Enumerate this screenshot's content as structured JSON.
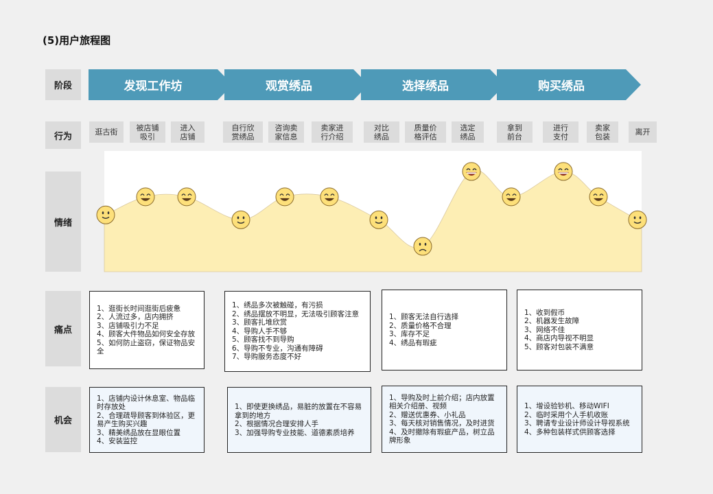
{
  "title": "(5)用户旅程图",
  "row_labels": {
    "stage": "阶段",
    "behavior": "行为",
    "emotion": "情绪",
    "pain": "痛点",
    "opportunity": "机会"
  },
  "stages": [
    "发现工作坊",
    "观赏绣品",
    "选择绣品",
    "购买绣品"
  ],
  "behaviors": [
    "逛古街",
    "被店铺\n吸引",
    "进入\n店铺",
    "自行欣\n赏绣品",
    "咨询卖\n家信息",
    "卖家进\n行介绍",
    "对比\n绣品",
    "质量价\n格评估",
    "选定\n绣品",
    "拿到\n前台",
    "进行\n支付",
    "卖家\n包装",
    "离开"
  ],
  "emotion": {
    "scale": [
      0,
      100
    ],
    "points": [
      {
        "mood": "neutral",
        "value": 47
      },
      {
        "mood": "happy",
        "value": 62
      },
      {
        "mood": "happy",
        "value": 62
      },
      {
        "mood": "neutral",
        "value": 43
      },
      {
        "mood": "happy",
        "value": 62
      },
      {
        "mood": "happy",
        "value": 62
      },
      {
        "mood": "neutral",
        "value": 43
      },
      {
        "mood": "sad",
        "value": 21
      },
      {
        "mood": "grin",
        "value": 83
      },
      {
        "mood": "happy",
        "value": 62
      },
      {
        "mood": "grin",
        "value": 83
      },
      {
        "mood": "happy",
        "value": 62
      },
      {
        "mood": "neutral",
        "value": 43
      }
    ],
    "fill_color": "#fdeeb4",
    "face_color": "#fde07a"
  },
  "pain_points": [
    [
      "1、逛街长时间逛街后疲惫",
      "2、人流过多，店内拥挤",
      "3、店铺吸引力不足",
      "4、顾客大件物品如何安全存放",
      "5、如何防止盗窃，保证物品安全"
    ],
    [
      "1、绣品多次被触碰，有污损",
      "2、绣品摆放不明显，无法吸引顾客注意",
      "3、顾客扎堆欣赏",
      "4、导购人手不够",
      "5、顾客找不到导购",
      "6、导购不专业，沟通有障碍",
      "7、导购服务态度不好"
    ],
    [
      "1、顾客无法自行选择",
      "2、质量价格不合理",
      "3、库存不足",
      "4、绣品有瑕疵"
    ],
    [
      "1、收到假币",
      "2、机器发生故障",
      "3、网络不佳",
      "4、商店内导视不明显",
      "5、顾客对包装不满意"
    ]
  ],
  "opportunities": [
    [
      "1、店铺内设计休息室、物品临时存放处",
      "2、合理疏导顾客到体验区，更易产生购买兴趣",
      "3、精美绣品放在显眼位置",
      "4、安装监控"
    ],
    [
      "1、即使更换绣品，易脏的放置在不容易拿到的地方",
      "2、根据情况合理安排人手",
      "3、加强导购专业技能、道德素质培养"
    ],
    [
      "1、导购及时上前介绍；店内放置相关介绍册、视频",
      "2、赠送优惠券、小礼品",
      "3、每天核对销售情况，及时进货",
      "4、及时撤除有瑕疵产品，树立品牌形象"
    ],
    [
      "1、增设验钞机、移动WIFI",
      "2、临时采用个人手机收账",
      "3、聘请专业设计师设计导视系统",
      "4、多种包装样式供顾客选择"
    ]
  ],
  "colors": {
    "stage": "#4e9ab8",
    "label_bg": "#dcdcdc"
  }
}
